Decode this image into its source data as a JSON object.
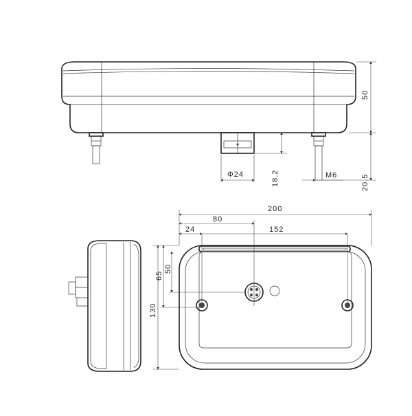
{
  "dimensions": {
    "height_50": "50",
    "stud_20_5": "20.5",
    "connector_18_2": "18.2",
    "diameter_24": "Φ24",
    "thread_m6": "M6",
    "width_200": "200",
    "offset_80": "80",
    "offset_24": "24",
    "spacing_152": "152",
    "vertical_130": "130",
    "vertical_65": "65",
    "vertical_50": "50"
  }
}
